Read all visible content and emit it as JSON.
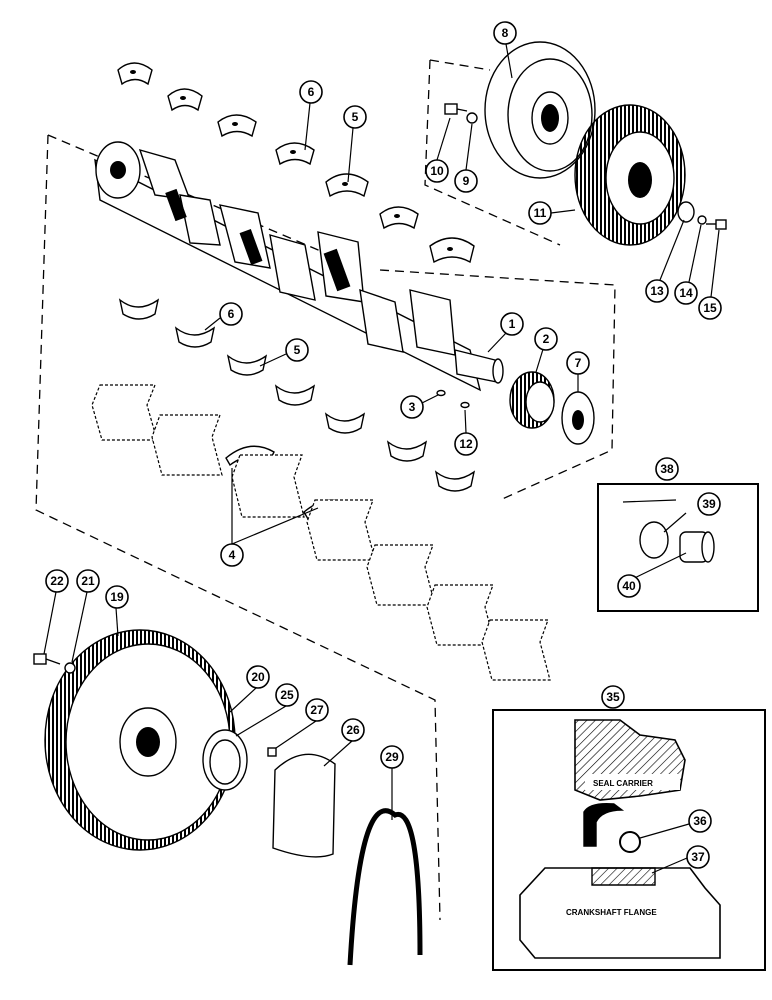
{
  "callouts": {
    "c1": "1",
    "c2": "2",
    "c3": "3",
    "c4": "4",
    "c5a": "5",
    "c5b": "5",
    "c6a": "6",
    "c6b": "6",
    "c7": "7",
    "c8": "8",
    "c9": "9",
    "c10": "10",
    "c11": "11",
    "c12": "12",
    "c13": "13",
    "c14": "14",
    "c15": "15",
    "c19": "19",
    "c20": "20",
    "c21": "21",
    "c22": "22",
    "c25": "25",
    "c26": "26",
    "c27": "27",
    "c29": "29",
    "c35": "35",
    "c36": "36",
    "c37": "37",
    "c38": "38",
    "c39": "39",
    "c40": "40"
  },
  "detail_panel": {
    "seal_carrier_label": "SEAL CARRIER",
    "crankshaft_flange_label": "CRANKSHAFT FLANGE"
  }
}
